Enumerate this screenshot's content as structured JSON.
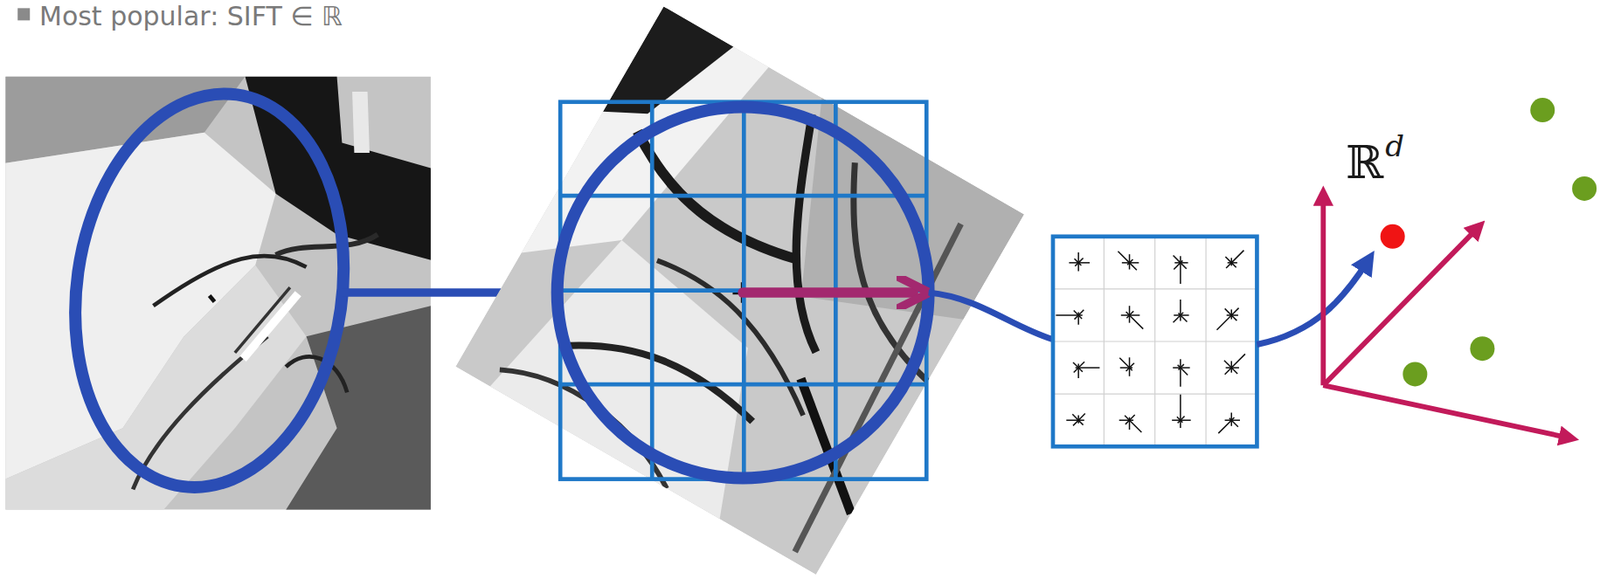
{
  "diagram": {
    "labels": [
      "Most popular: SIFT ∈ ℝ",
      "ℝ",
      "d"
    ]
  }
}
